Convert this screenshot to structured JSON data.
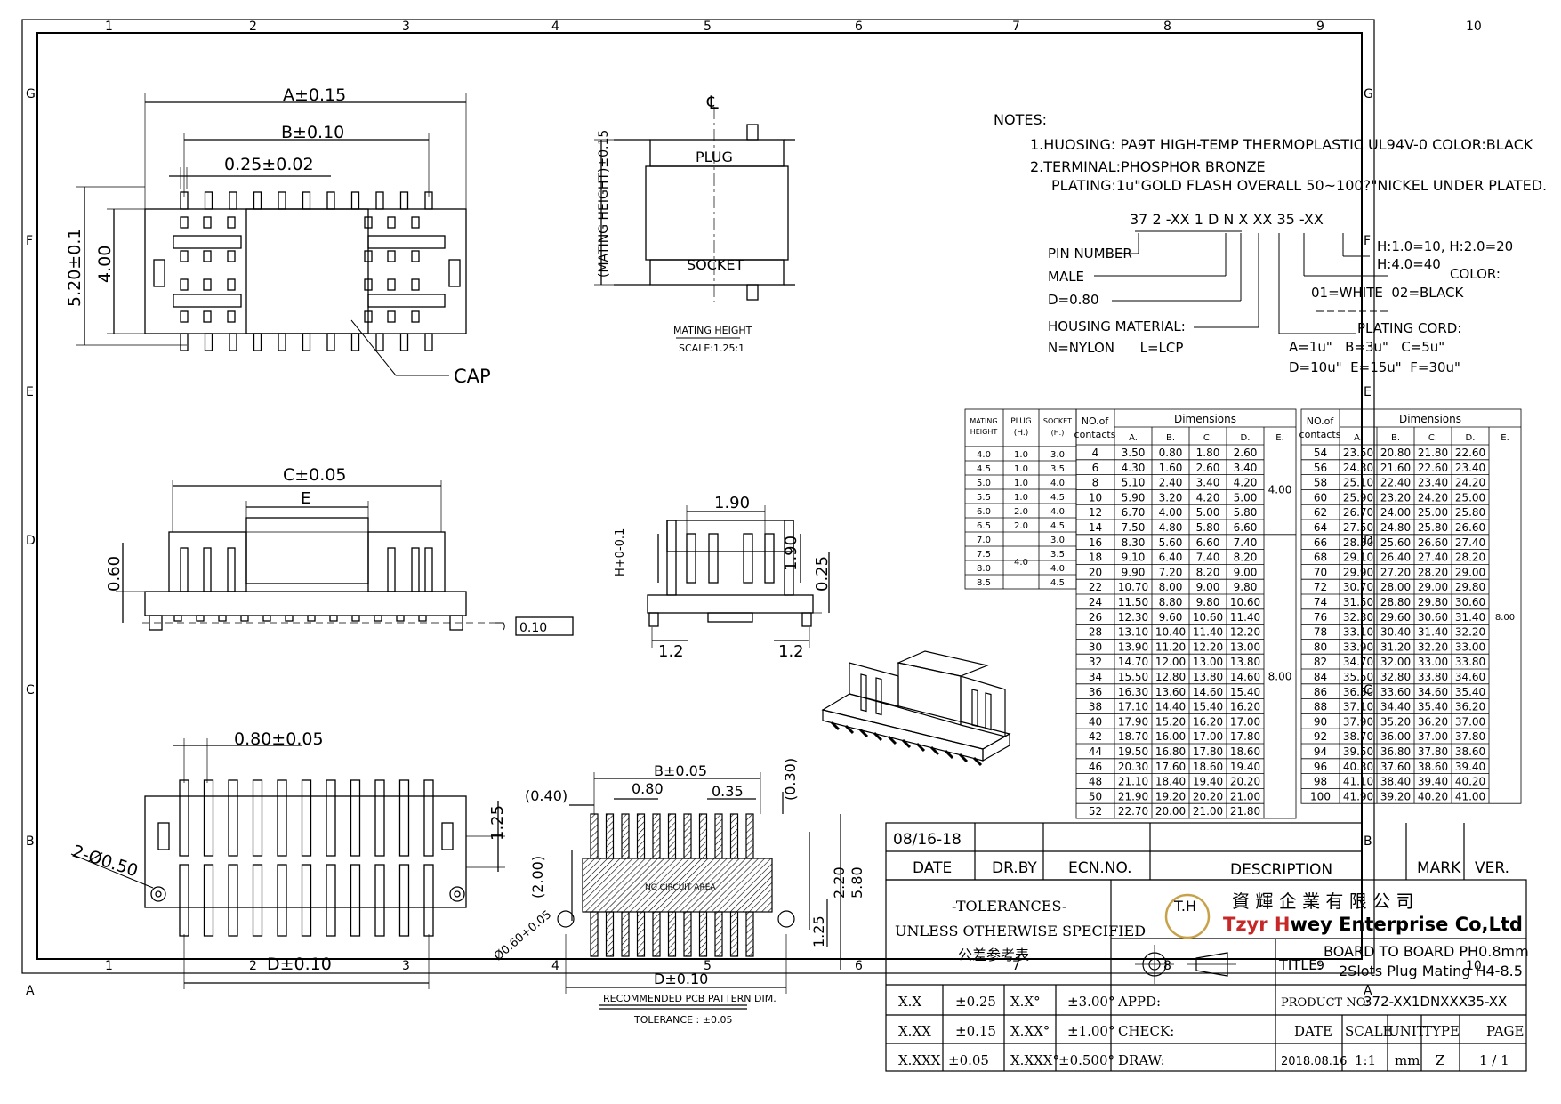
{
  "frame": {
    "col_labels": [
      "1",
      "2",
      "3",
      "4",
      "5",
      "6",
      "7",
      "8",
      "9",
      "10"
    ],
    "row_labels": [
      "G",
      "F",
      "E",
      "D",
      "C",
      "B",
      "A"
    ]
  },
  "notes": {
    "heading": "NOTES:",
    "line1": "1.HUOSING: PA9T HIGH-TEMP THERMOPLASTIC UL94V-0 COLOR:BLACK",
    "line2": "2.TERMINAL:PHOSPHOR BRONZE",
    "line3": "PLATING:1u\"GOLD FLASH OVERALL 50~100?\"NICKEL UNDER PLATED."
  },
  "part_code": {
    "code": "37 2 -XX 1 D N X XX 35 -XX",
    "pin_number": "PIN NUMBER",
    "male": "MALE",
    "pitch": "D=0.80",
    "housing": "HOUSING MATERIAL:",
    "housing_opts": "N=NYLON      L=LCP",
    "height1": "H:1.0=10, H:2.0=20",
    "height2": "H:4.0=40",
    "color": "COLOR:",
    "color_opts": "01=WHITE  02=BLACK",
    "plating": "PLATING CORD:",
    "plating1": "A=1u\"   B=3u\"   C=5u\"",
    "plating2": "D=10u\"  E=15u\"  F=30u\""
  },
  "dims": {
    "a": "A±0.15",
    "b": "B±0.10",
    "pin_w": "0.25±0.02",
    "h1": "5.20±0.1",
    "h2": "4.00",
    "cap": "CAP",
    "c": "C±0.05",
    "e": "E",
    "side_h": "0.60",
    "flat": "0.10",
    "w190": "1.90",
    "h190": "1.90",
    "hdim": "H+0-0.1",
    "d025": "0.25",
    "l12a": "1.2",
    "l12b": "1.2",
    "mating_height": "(MATING HEIGHT)±0.15",
    "plug": "PLUG",
    "socket": "SOCKET",
    "mh_label": "MATING HEIGHT",
    "mh_scale": "SCALE:1.25:1",
    "pitch2": "0.80±0.05",
    "r125": "1.25",
    "holes": "2-Ø0.50",
    "d": "D±0.10",
    "pcb_b": "B±0.05",
    "p040": "(0.40)",
    "p080": "0.80",
    "p035": "0.35",
    "p030": "(0.30)",
    "p200": "(2.00)",
    "p220": "2.20",
    "p580": "5.80",
    "p125": "1.25",
    "p060": "Ø0.60+0.05",
    "pcb_d": "D±0.10",
    "no_circuit": "NO CIRCUIT AREA",
    "pcb_title": "RECOMMENDED PCB PATTERN DIM.",
    "pcb_tol": "TOLERANCE : ±0.05"
  },
  "height_table": {
    "headers": [
      "MATING HEIGHT",
      "PLUG (H.)",
      "SOCKET (H.)"
    ],
    "rows": [
      [
        "4.0",
        "1.0",
        "3.0"
      ],
      [
        "4.5",
        "1.0",
        "3.5"
      ],
      [
        "5.0",
        "1.0",
        "4.0"
      ],
      [
        "5.5",
        "1.0",
        "4.5"
      ],
      [
        "6.0",
        "2.0",
        "4.0"
      ],
      [
        "6.5",
        "2.0",
        "4.5"
      ],
      [
        "7.0",
        "",
        "3.0"
      ],
      [
        "7.5",
        "",
        "3.5"
      ],
      [
        "8.0",
        "4.0",
        "4.0"
      ],
      [
        "8.5",
        "",
        "4.5"
      ]
    ]
  },
  "dim_table": {
    "h_contacts": "NO.of contacts",
    "h_dims": "Dimensions",
    "cols": [
      "A.",
      "B.",
      "C.",
      "D.",
      "E."
    ],
    "left_rows": [
      [
        "4",
        "3.50",
        "0.80",
        "1.80",
        "2.60"
      ],
      [
        "6",
        "4.30",
        "1.60",
        "2.60",
        "3.40"
      ],
      [
        "8",
        "5.10",
        "2.40",
        "3.40",
        "4.20"
      ],
      [
        "10",
        "5.90",
        "3.20",
        "4.20",
        "5.00"
      ],
      [
        "12",
        "6.70",
        "4.00",
        "5.00",
        "5.80"
      ],
      [
        "14",
        "7.50",
        "4.80",
        "5.80",
        "6.60"
      ],
      [
        "16",
        "8.30",
        "5.60",
        "6.60",
        "7.40"
      ],
      [
        "18",
        "9.10",
        "6.40",
        "7.40",
        "8.20"
      ],
      [
        "20",
        "9.90",
        "7.20",
        "8.20",
        "9.00"
      ],
      [
        "22",
        "10.70",
        "8.00",
        "9.00",
        "9.80"
      ],
      [
        "24",
        "11.50",
        "8.80",
        "9.80",
        "10.60"
      ],
      [
        "26",
        "12.30",
        "9.60",
        "10.60",
        "11.40"
      ],
      [
        "28",
        "13.10",
        "10.40",
        "11.40",
        "12.20"
      ],
      [
        "30",
        "13.90",
        "11.20",
        "12.20",
        "13.00"
      ],
      [
        "32",
        "14.70",
        "12.00",
        "13.00",
        "13.80"
      ],
      [
        "34",
        "15.50",
        "12.80",
        "13.80",
        "14.60"
      ],
      [
        "36",
        "16.30",
        "13.60",
        "14.60",
        "15.40"
      ],
      [
        "38",
        "17.10",
        "14.40",
        "15.40",
        "16.20"
      ],
      [
        "40",
        "17.90",
        "15.20",
        "16.20",
        "17.00"
      ],
      [
        "42",
        "18.70",
        "16.00",
        "17.00",
        "17.80"
      ],
      [
        "44",
        "19.50",
        "16.80",
        "17.80",
        "18.60"
      ],
      [
        "46",
        "20.30",
        "17.60",
        "18.60",
        "19.40"
      ],
      [
        "48",
        "21.10",
        "18.40",
        "19.40",
        "20.20"
      ],
      [
        "50",
        "21.90",
        "19.20",
        "20.20",
        "21.00"
      ],
      [
        "52",
        "22.70",
        "20.00",
        "21.00",
        "21.80"
      ]
    ],
    "left_e1": "4.00",
    "left_e2": "8.00",
    "right_rows": [
      [
        "54",
        "23.50",
        "20.80",
        "21.80",
        "22.60"
      ],
      [
        "56",
        "24.30",
        "21.60",
        "22.60",
        "23.40"
      ],
      [
        "58",
        "25.10",
        "22.40",
        "23.40",
        "24.20"
      ],
      [
        "60",
        "25.90",
        "23.20",
        "24.20",
        "25.00"
      ],
      [
        "62",
        "26.70",
        "24.00",
        "25.00",
        "25.80"
      ],
      [
        "64",
        "27.50",
        "24.80",
        "25.80",
        "26.60"
      ],
      [
        "66",
        "28.30",
        "25.60",
        "26.60",
        "27.40"
      ],
      [
        "68",
        "29.10",
        "26.40",
        "27.40",
        "28.20"
      ],
      [
        "70",
        "29.90",
        "27.20",
        "28.20",
        "29.00"
      ],
      [
        "72",
        "30.70",
        "28.00",
        "29.00",
        "29.80"
      ],
      [
        "74",
        "31.50",
        "28.80",
        "29.80",
        "30.60"
      ],
      [
        "76",
        "32.30",
        "29.60",
        "30.60",
        "31.40"
      ],
      [
        "78",
        "33.10",
        "30.40",
        "31.40",
        "32.20"
      ],
      [
        "80",
        "33.90",
        "31.20",
        "32.20",
        "33.00"
      ],
      [
        "82",
        "34.70",
        "32.00",
        "33.00",
        "33.80"
      ],
      [
        "84",
        "35.50",
        "32.80",
        "33.80",
        "34.60"
      ],
      [
        "86",
        "36.30",
        "33.60",
        "34.60",
        "35.40"
      ],
      [
        "88",
        "37.10",
        "34.40",
        "35.40",
        "36.20"
      ],
      [
        "90",
        "37.90",
        "35.20",
        "36.20",
        "37.00"
      ],
      [
        "92",
        "38.70",
        "36.00",
        "37.00",
        "37.80"
      ],
      [
        "94",
        "39.50",
        "36.80",
        "37.80",
        "38.60"
      ],
      [
        "96",
        "40.30",
        "37.60",
        "38.60",
        "39.40"
      ],
      [
        "98",
        "41.10",
        "38.40",
        "39.40",
        "40.20"
      ],
      [
        "100",
        "41.90",
        "39.20",
        "40.20",
        "41.00"
      ]
    ],
    "right_e": "8.00"
  },
  "title_block": {
    "rev_date": "08/16-18",
    "h_date": "DATE",
    "h_drby": "DR.BY",
    "h_ecn": "ECN.NO.",
    "h_desc": "DESCRIPTION",
    "h_mark": "MARK",
    "h_ver": "VER.",
    "tol_title": "-TOLERANCES-",
    "tol_sub": "UNLESS OTHERWISE SPECIFIED",
    "tol_cn": "公差参考表",
    "logo_text": "T.H",
    "company_cn": "資 輝 企 業 有 限 公 司",
    "company_en_1": "Tzyr ",
    "company_en_2": "H",
    "company_en_3": "wey Enterprise Co,Ltd",
    "title_label": "TITLE:",
    "title1": "BOARD TO BOARD PH0.8mm",
    "title2": "2Slots Plug Mating H4-8.5",
    "t_xx": "X.X",
    "t_xx_v": "±0.25",
    "t_xa": "X.X°",
    "t_xa_v": "±3.00°",
    "t_xxx": "X.XX",
    "t_xxx_v": "±0.15",
    "t_xxa": "X.XX°",
    "t_xxa_v": "±1.00°",
    "t_x3": "X.XXX",
    "t_x3_v": "±0.05",
    "t_x3a": "X.XXX°",
    "t_x3a_v": "±0.500°",
    "appd": "APPD:",
    "check": "CHECK:",
    "draw": "DRAW:",
    "product_label": "PRODUCT NO:",
    "product_no": "372-XX1DNXXX35-XX",
    "c_date": "DATE",
    "c_scale": "SCALE",
    "c_unit": "UNIT",
    "c_type": "TYPE",
    "c_page": "PAGE",
    "v_date": "2018.08.16",
    "v_scale": "1:1",
    "v_unit": "mm",
    "v_type": "Z",
    "v_page": "1 / 1"
  },
  "colors": {
    "line": "#000000",
    "logo_red": "#c62828",
    "logo_gold": "#c8a24a"
  }
}
